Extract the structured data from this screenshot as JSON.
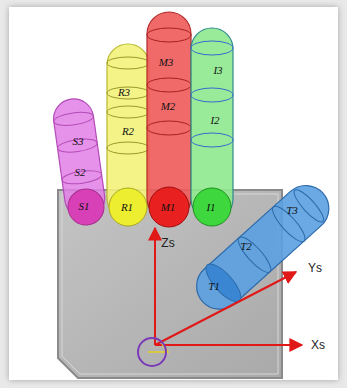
{
  "diagram": {
    "labels": [
      "M3",
      "I3",
      "R3",
      "M2",
      "I2",
      "R2",
      "S3",
      "S2",
      "S1",
      "R1",
      "M1",
      "I1",
      "Zs",
      "T3",
      "Ys",
      "T2",
      "T1",
      "Xs"
    ]
  }
}
